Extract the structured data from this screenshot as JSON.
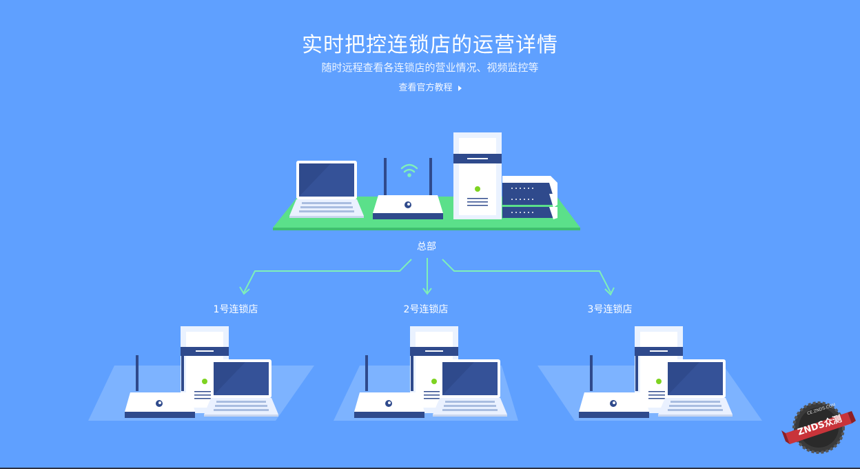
{
  "header": {
    "title": "实时把控连锁店的运营详情",
    "subtitle": "随时远程查看各连锁店的营业情况、视频监控等",
    "tutorial_link": "查看官方教程"
  },
  "diagram": {
    "hq_label": "总部",
    "stores": [
      {
        "label": "1号连锁店"
      },
      {
        "label": "2号连锁店"
      },
      {
        "label": "3号连锁店"
      }
    ]
  },
  "badge": {
    "text": "ZNDS众测",
    "top_text": "CE.ZNDS.COM"
  },
  "colors": {
    "background": "#5fa0ff",
    "platform": "#5be08a",
    "device_dark": "#2f4a8c",
    "arrow": "#7ff0b8",
    "badge_red": "#c8343a"
  }
}
